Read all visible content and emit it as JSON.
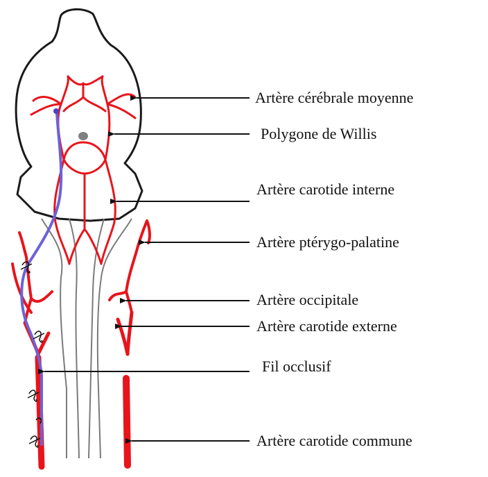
{
  "colors": {
    "artery": "#e8141b",
    "filament": "#6b63d6",
    "outline": "#1a1a1a",
    "nerve": "#7a7a7a",
    "clot": "#808080"
  },
  "labels": {
    "mca": "Artère cérébrale moyenne",
    "willis": "Polygone de Willis",
    "ica": "Artère carotide interne",
    "ppa": "Artère ptérygo-palatine",
    "occ": "Artère occipitale",
    "eca": "Artère carotide externe",
    "fil": "Fil occlusif",
    "cca": "Artère carotide commune"
  }
}
